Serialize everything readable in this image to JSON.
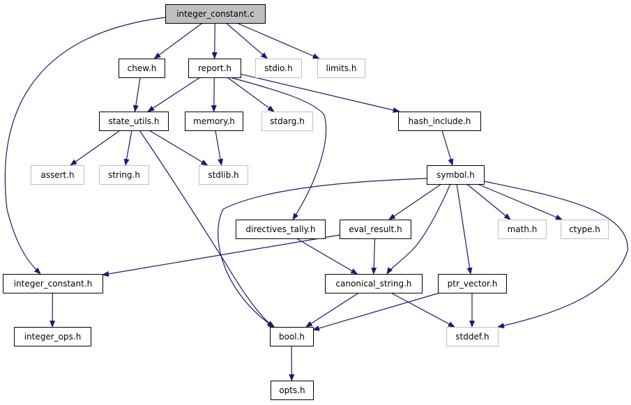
{
  "colors": {
    "edge": "#191970",
    "node_border_local": "#000000",
    "node_border_system": "#c0c0c0",
    "root_fill": "#bfbfbf",
    "node_fill": "#ffffff",
    "text": "#000000"
  },
  "nodes": [
    {
      "id": "integer_constant_c",
      "label": "integer_constant.c",
      "kind": "root"
    },
    {
      "id": "chew_h",
      "label": "chew.h",
      "kind": "local"
    },
    {
      "id": "report_h",
      "label": "report.h",
      "kind": "local"
    },
    {
      "id": "stdio_h",
      "label": "stdio.h",
      "kind": "system"
    },
    {
      "id": "limits_h",
      "label": "limits.h",
      "kind": "system"
    },
    {
      "id": "state_utils_h",
      "label": "state_utils.h",
      "kind": "local"
    },
    {
      "id": "memory_h",
      "label": "memory.h",
      "kind": "local"
    },
    {
      "id": "stdarg_h",
      "label": "stdarg.h",
      "kind": "system"
    },
    {
      "id": "hash_include_h",
      "label": "hash_include.h",
      "kind": "local"
    },
    {
      "id": "assert_h",
      "label": "assert.h",
      "kind": "system"
    },
    {
      "id": "string_h",
      "label": "string.h",
      "kind": "system"
    },
    {
      "id": "stdlib_h",
      "label": "stdlib.h",
      "kind": "system"
    },
    {
      "id": "symbol_h",
      "label": "symbol.h",
      "kind": "local"
    },
    {
      "id": "directives_tally_h",
      "label": "directives_tally.h",
      "kind": "local"
    },
    {
      "id": "eval_result_h",
      "label": "eval_result.h",
      "kind": "local"
    },
    {
      "id": "math_h",
      "label": "math.h",
      "kind": "system"
    },
    {
      "id": "ctype_h",
      "label": "ctype.h",
      "kind": "system"
    },
    {
      "id": "integer_constant_h",
      "label": "integer_constant.h",
      "kind": "local"
    },
    {
      "id": "canonical_string_h",
      "label": "canonical_string.h",
      "kind": "local"
    },
    {
      "id": "ptr_vector_h",
      "label": "ptr_vector.h",
      "kind": "local"
    },
    {
      "id": "integer_ops_h",
      "label": "integer_ops.h",
      "kind": "local"
    },
    {
      "id": "bool_h",
      "label": "bool.h",
      "kind": "local"
    },
    {
      "id": "stddef_h",
      "label": "stddef.h",
      "kind": "system"
    },
    {
      "id": "opts_h",
      "label": "opts.h",
      "kind": "local"
    }
  ],
  "edges": [
    {
      "from": "integer_constant_c",
      "to": "chew_h"
    },
    {
      "from": "integer_constant_c",
      "to": "report_h"
    },
    {
      "from": "integer_constant_c",
      "to": "stdio_h"
    },
    {
      "from": "integer_constant_c",
      "to": "limits_h"
    },
    {
      "from": "integer_constant_c",
      "to": "integer_constant_h"
    },
    {
      "from": "chew_h",
      "to": "state_utils_h"
    },
    {
      "from": "report_h",
      "to": "state_utils_h"
    },
    {
      "from": "report_h",
      "to": "memory_h"
    },
    {
      "from": "report_h",
      "to": "stdarg_h"
    },
    {
      "from": "report_h",
      "to": "hash_include_h"
    },
    {
      "from": "report_h",
      "to": "directives_tally_h"
    },
    {
      "from": "state_utils_h",
      "to": "assert_h"
    },
    {
      "from": "state_utils_h",
      "to": "string_h"
    },
    {
      "from": "state_utils_h",
      "to": "stdlib_h"
    },
    {
      "from": "state_utils_h",
      "to": "bool_h"
    },
    {
      "from": "memory_h",
      "to": "stdlib_h"
    },
    {
      "from": "hash_include_h",
      "to": "symbol_h"
    },
    {
      "from": "symbol_h",
      "to": "eval_result_h"
    },
    {
      "from": "symbol_h",
      "to": "math_h"
    },
    {
      "from": "symbol_h",
      "to": "ctype_h"
    },
    {
      "from": "symbol_h",
      "to": "canonical_string_h"
    },
    {
      "from": "symbol_h",
      "to": "ptr_vector_h"
    },
    {
      "from": "symbol_h",
      "to": "bool_h"
    },
    {
      "from": "symbol_h",
      "to": "stddef_h"
    },
    {
      "from": "directives_tally_h",
      "to": "canonical_string_h"
    },
    {
      "from": "eval_result_h",
      "to": "integer_constant_h"
    },
    {
      "from": "eval_result_h",
      "to": "canonical_string_h"
    },
    {
      "from": "integer_constant_h",
      "to": "integer_ops_h"
    },
    {
      "from": "canonical_string_h",
      "to": "bool_h"
    },
    {
      "from": "canonical_string_h",
      "to": "stddef_h"
    },
    {
      "from": "ptr_vector_h",
      "to": "bool_h"
    },
    {
      "from": "ptr_vector_h",
      "to": "stddef_h"
    },
    {
      "from": "bool_h",
      "to": "opts_h"
    }
  ]
}
